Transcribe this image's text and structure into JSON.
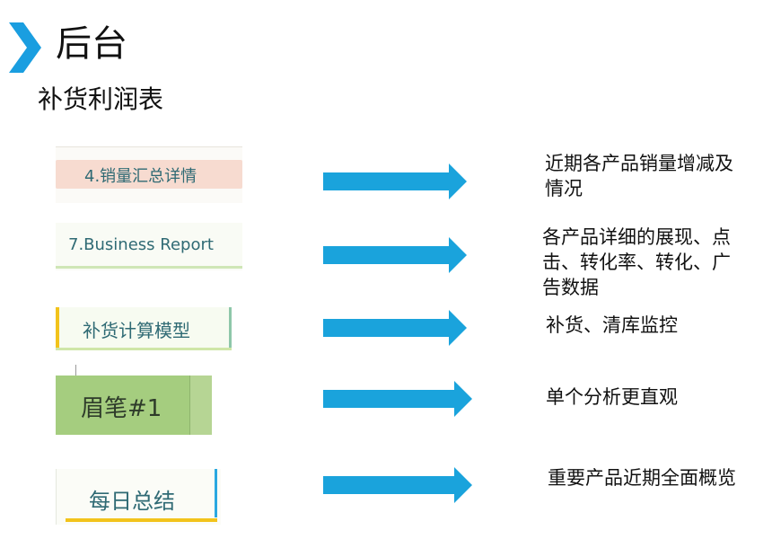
{
  "page": {
    "title": "后台",
    "subtitle": "补货利润表",
    "accent_color": "#1a9ee0",
    "arrow_color": "#1aa3dc"
  },
  "rows": [
    {
      "tab_label": "4.销量汇总详情",
      "description": "近期各产品销量增减及情况"
    },
    {
      "tab_label": "7.Business Report",
      "description": "各产品详细的展现、点击、转化率、转化、广告数据"
    },
    {
      "tab_label": "补货计算模型",
      "description": "补货、清库监控"
    },
    {
      "tab_label": "眉笔#1",
      "description": "单个分析更直观"
    },
    {
      "tab_label": "每日总结",
      "description": "重要产品近期全面概览"
    }
  ]
}
